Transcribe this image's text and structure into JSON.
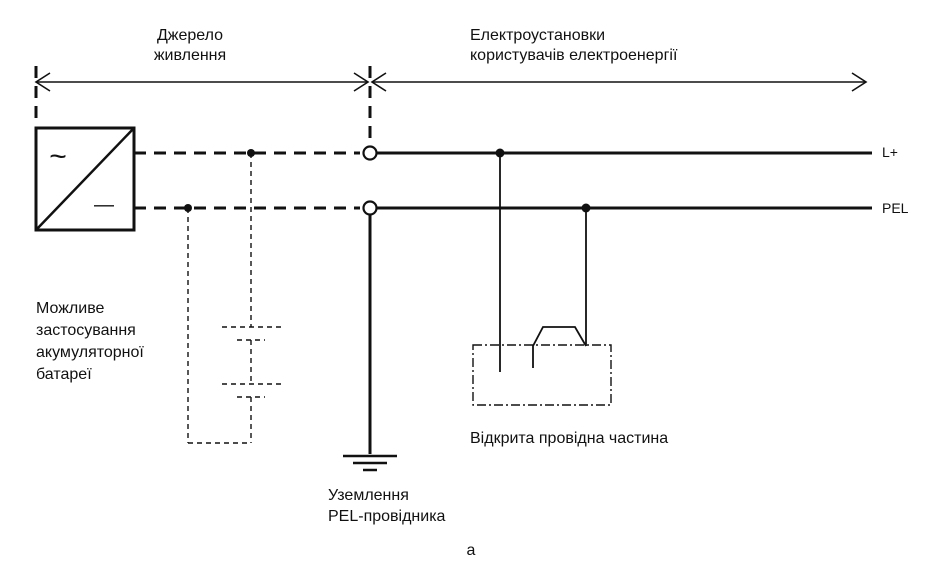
{
  "source_label": [
    "Джерело",
    "живлення"
  ],
  "consumer_label": [
    "Електроустановки",
    "користувачів електроенергії"
  ],
  "conductors": {
    "positive": "L+",
    "pel": "PEL"
  },
  "converter_symbols": {
    "ac": "~",
    "dc_minus": "—"
  },
  "battery_note": [
    "Можливе",
    "застосування",
    "акумуляторної",
    "батареї"
  ],
  "exposed_part_label": "Відкрита провідна частина",
  "grounding_label": [
    "Уземлення",
    "PEL-провідника"
  ],
  "figure_letter": "а"
}
